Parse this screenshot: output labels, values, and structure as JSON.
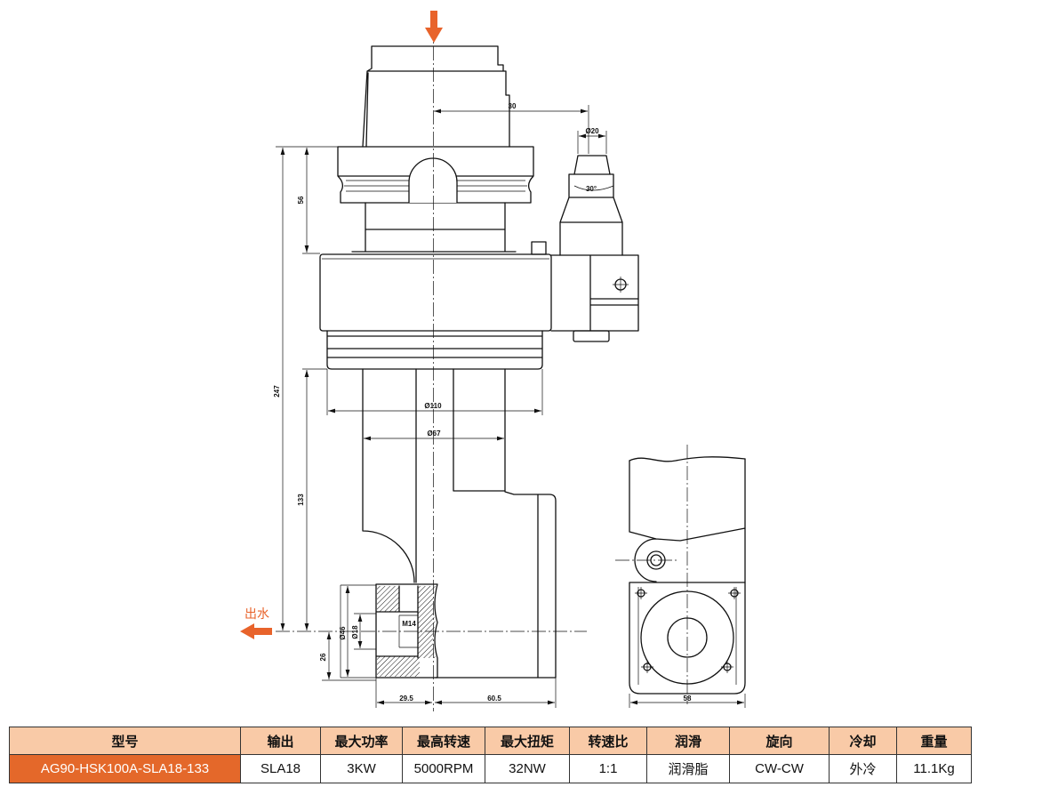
{
  "colors": {
    "accent": "#e8632b",
    "line": "#111111",
    "table_header_bg": "#f9caa7",
    "model_cell_bg": "#e4682a",
    "model_cell_text": "#ffffff"
  },
  "drawing": {
    "outlet_label": "出水",
    "dims": {
      "top_offset": "30",
      "nozzle_diameter": "Ø20",
      "nozzle_angle": "30°",
      "upper_height": "56",
      "total_length": "247",
      "ring_diameter": "Ø110",
      "shaft_diameter": "Ø67",
      "lower_length": "133",
      "collet_outer": "Ø46",
      "collet_inner": "Ø18",
      "thread": "M14",
      "collet_height": "26",
      "left_offset": "29.5",
      "right_offset": "60.5",
      "side_width": "58"
    }
  },
  "spec_table": {
    "headers": [
      "型号",
      "输出",
      "最大功率",
      "最高转速",
      "最大扭矩",
      "转速比",
      "润滑",
      "旋向",
      "冷却",
      "重量"
    ],
    "rows": [
      [
        "AG90-HSK100A-SLA18-133",
        "SLA18",
        "3KW",
        "5000RPM",
        "32NW",
        "1:1",
        "润滑脂",
        "CW-CW",
        "外冷",
        "11.1Kg"
      ]
    ]
  }
}
